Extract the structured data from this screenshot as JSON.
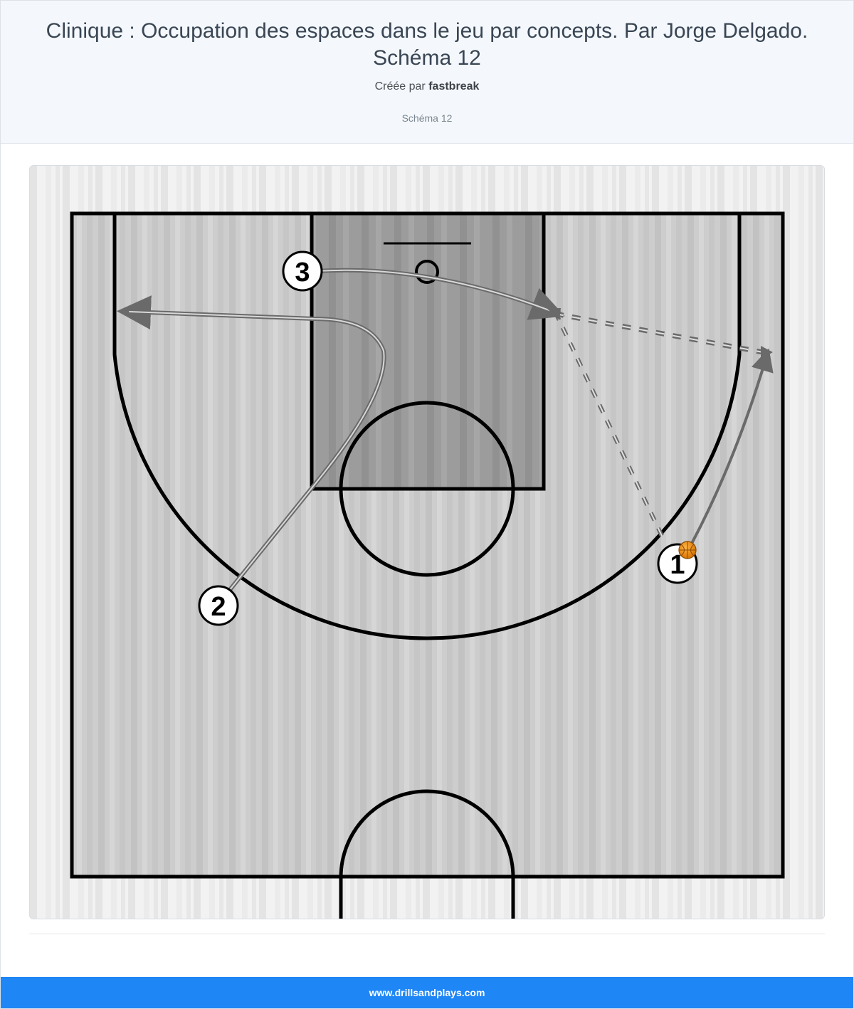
{
  "header": {
    "title": "Clinique : Occupation des espaces dans le jeu par concepts. Par Jorge Delgado. Schéma 12",
    "byline_prefix": "Créée par",
    "author": "fastbreak",
    "subtitle": "Schéma 12"
  },
  "diagram": {
    "players": [
      {
        "label": "3",
        "role": "offense"
      },
      {
        "label": "2",
        "role": "offense"
      },
      {
        "label": "1",
        "role": "offense",
        "has_ball": true
      }
    ],
    "ball_color": "#f0900a"
  },
  "footer": {
    "site": "www.drillsandplays.com"
  },
  "colors": {
    "footer_bg": "#1e86f5",
    "header_bg": "#f4f8fc",
    "court_floor": "#c8c8c8",
    "paint": "#9a9a9a"
  }
}
